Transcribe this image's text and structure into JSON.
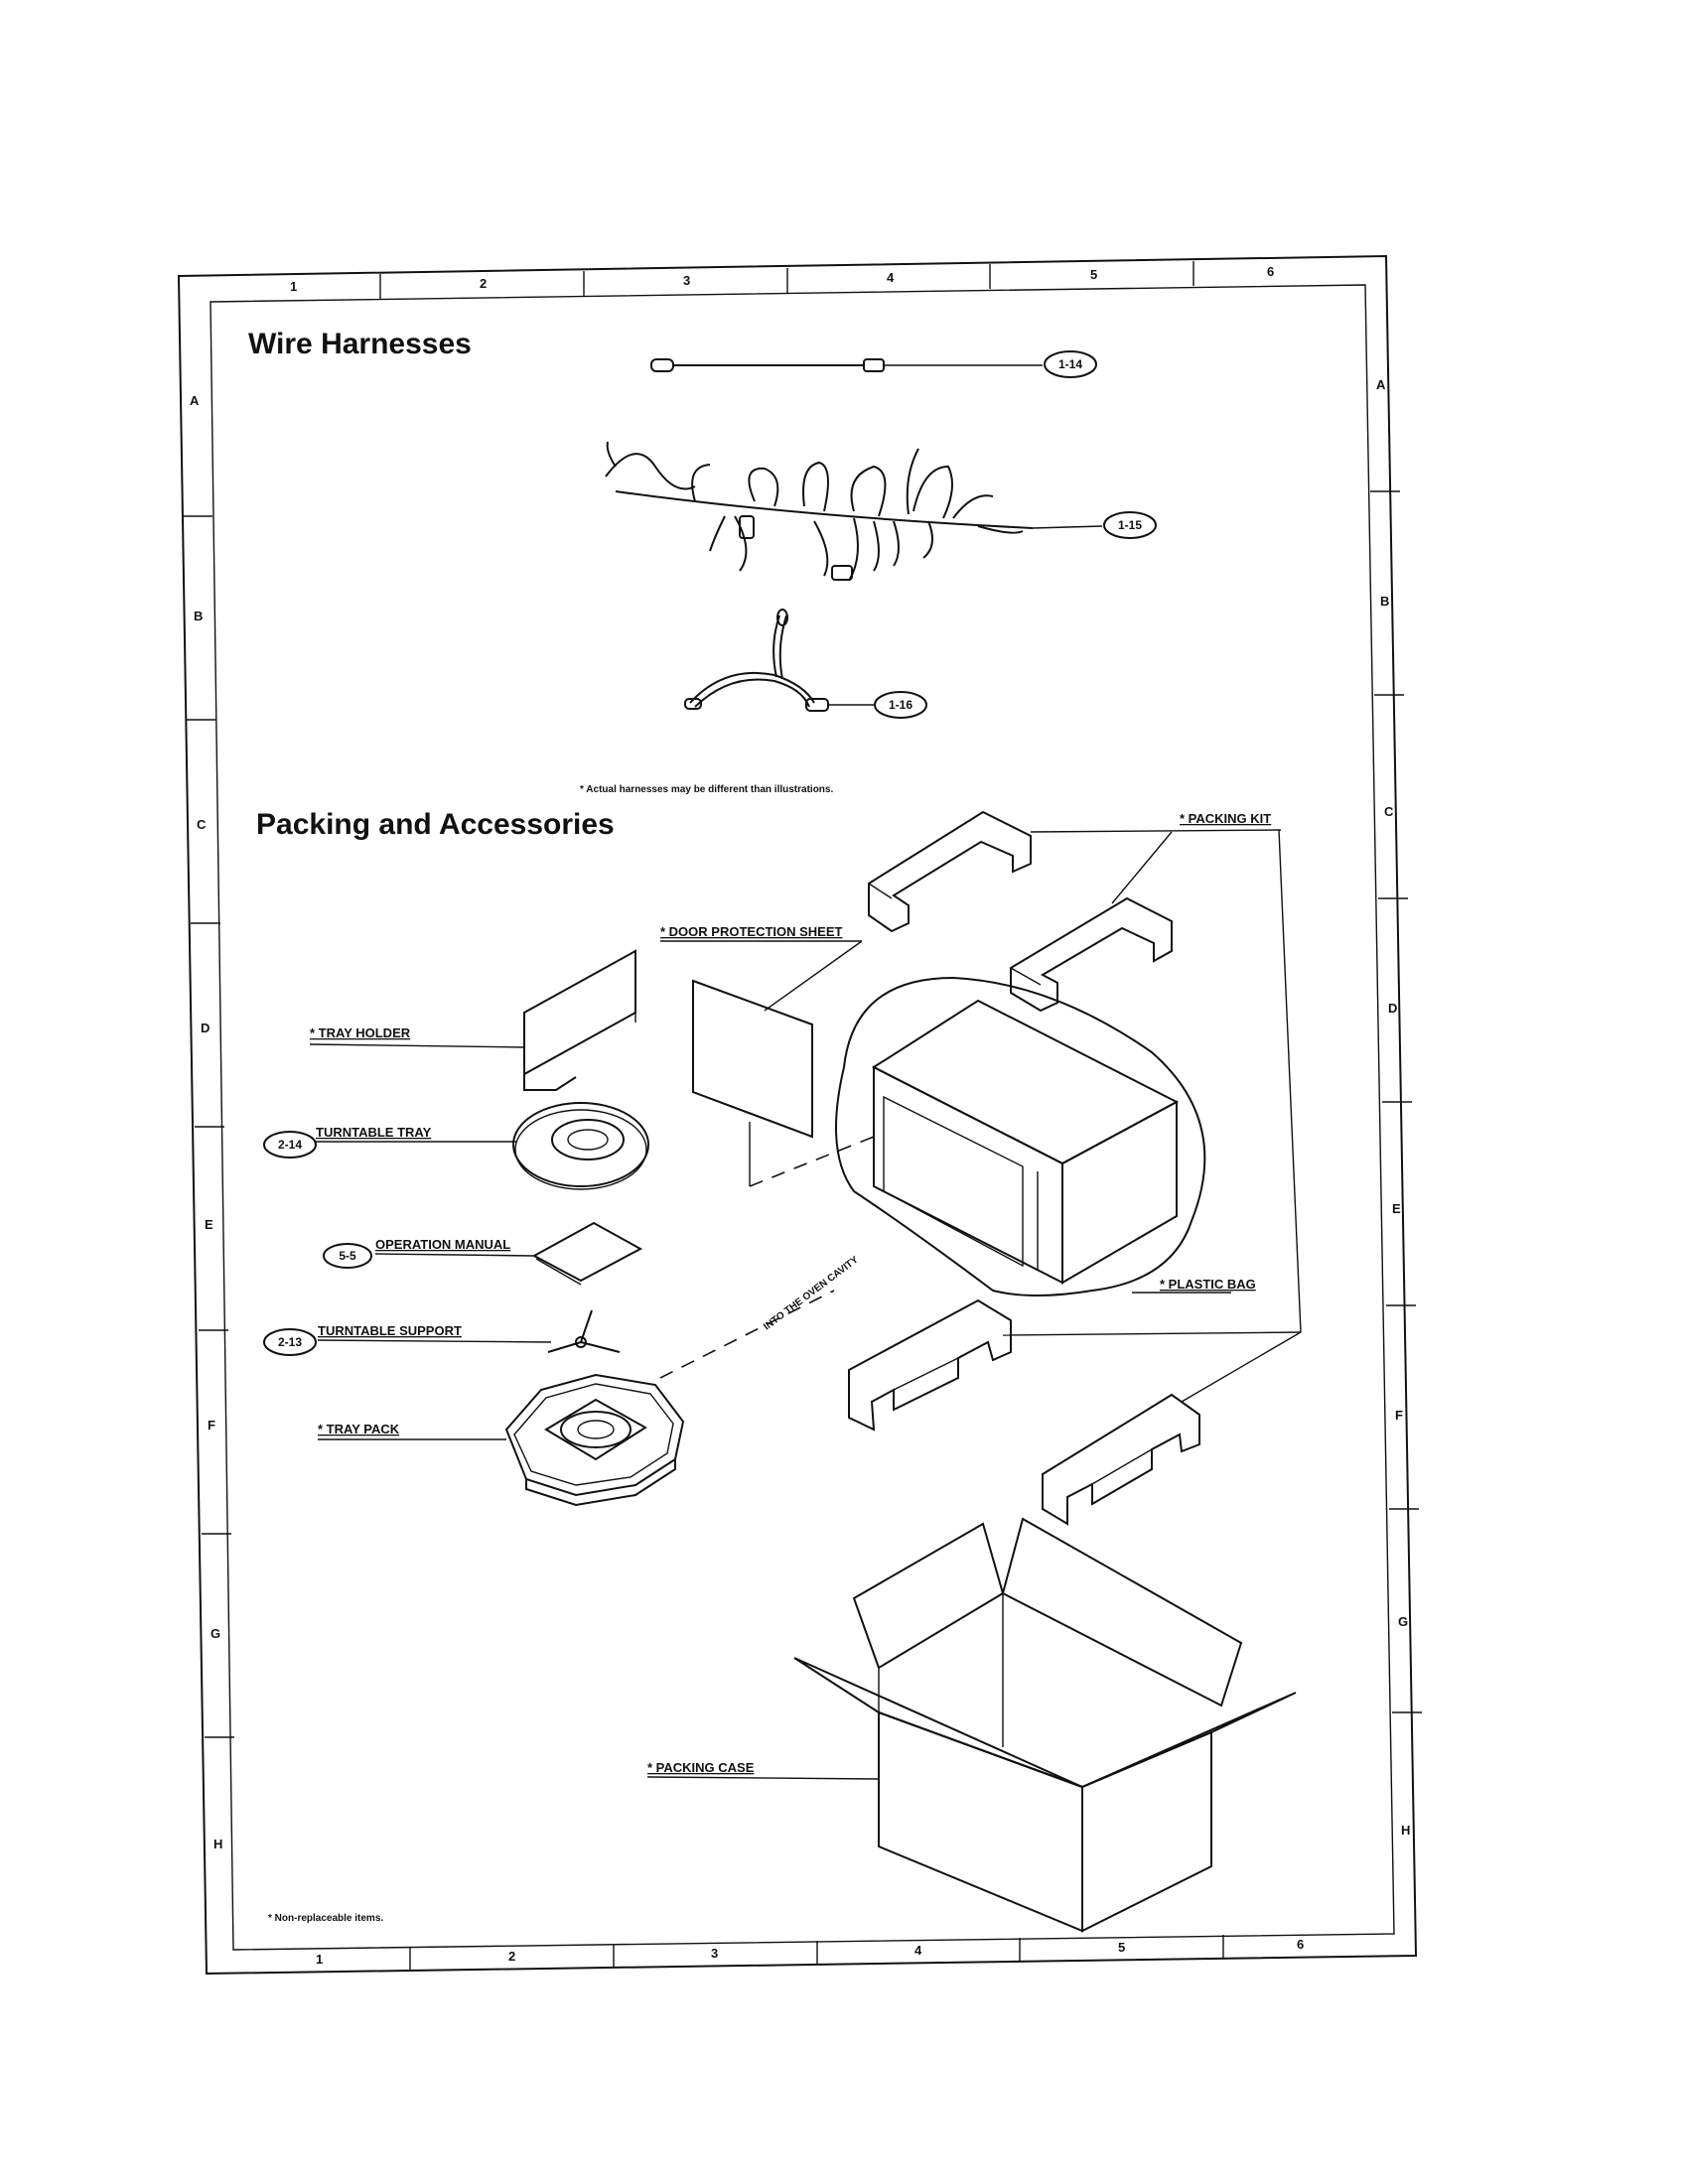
{
  "frame": {
    "columns": [
      "1",
      "2",
      "3",
      "4",
      "5",
      "6"
    ],
    "rows": [
      "A",
      "B",
      "C",
      "D",
      "E",
      "F",
      "G",
      "H"
    ]
  },
  "wire_harnesses": {
    "title": "Wire Harnesses",
    "items": [
      {
        "ref": "1-14",
        "icon": "short-harness-icon"
      },
      {
        "ref": "1-15",
        "icon": "main-harness-icon"
      },
      {
        "ref": "1-16",
        "icon": "y-harness-icon"
      }
    ],
    "note": "* Actual harnesses may be different than illustrations."
  },
  "packing": {
    "title": "Packing and Accessories",
    "packing_kit": "* PACKING KIT",
    "door_protection_sheet": "* DOOR PROTECTION SHEET",
    "tray_holder": "* TRAY HOLDER",
    "turntable_tray": {
      "ref": "2-14",
      "label": "TURNTABLE TRAY"
    },
    "operation_manual": {
      "ref": "5-5",
      "label": "OPERATION MANUAL"
    },
    "turntable_support": {
      "ref": "2-13",
      "label": "TURNTABLE SUPPORT"
    },
    "tray_pack": "* TRAY PACK",
    "into_the_oven_cavity": "INTO THE OVEN CAVITY",
    "plastic_bag": "* PLASTIC BAG",
    "packing_case": "* PACKING CASE",
    "footnote": "* Non-replaceable items."
  }
}
